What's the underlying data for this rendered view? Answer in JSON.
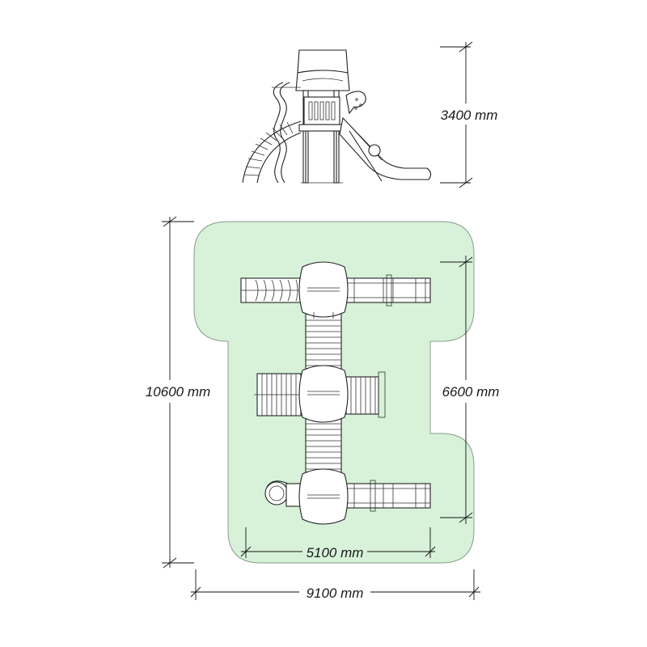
{
  "colors": {
    "safety_zone_fill": "#d7f2d9",
    "safety_zone_stroke": "#8a9a8c",
    "line": "#222222",
    "text": "#1a1a1a"
  },
  "dimensions": {
    "height": "3400 mm",
    "total_length": "10600 mm",
    "side_length": "6600 mm",
    "inner_width": "5100 mm",
    "total_width": "9100 mm"
  }
}
